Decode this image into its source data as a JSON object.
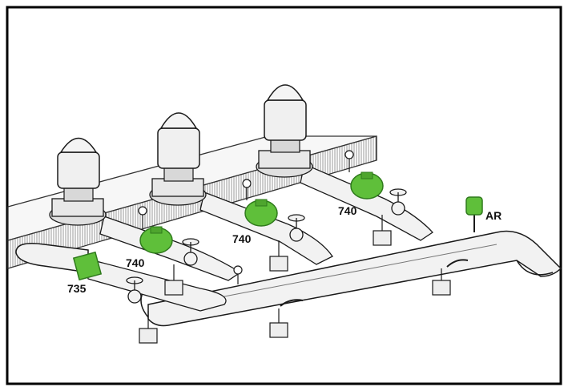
{
  "labels": {
    "valve_735": "735",
    "valve_740_a": "740",
    "valve_740_b": "740",
    "valve_740_c": "740",
    "air_release": "AR"
  },
  "colors": {
    "valve_green": "#5fbf3a",
    "valve_green_dark": "#2f7a1c",
    "outline": "#1a1a1a",
    "pipe_fill": "#f2f2f2",
    "pump_fill": "#e8e8e8"
  },
  "icons": [
    "pump",
    "check-valve",
    "gate-valve",
    "pressure-gauge",
    "pipe-support",
    "air-release-valve"
  ]
}
